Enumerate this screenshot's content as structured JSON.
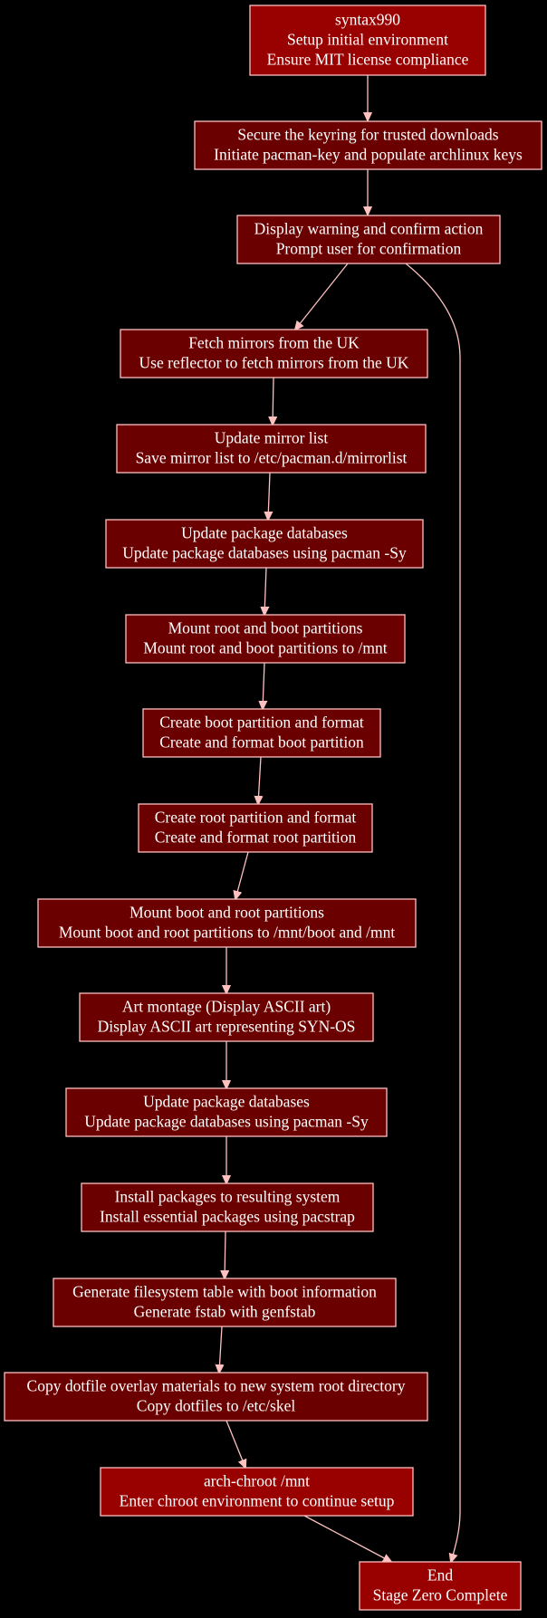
{
  "colors": {
    "background": "#000000",
    "node_fill": "#6b0000",
    "node_fill_highlight": "#990000",
    "node_border": "#ffc0c0",
    "edge": "#ffc0c0",
    "text": "#ffffff"
  },
  "nodes": [
    {
      "id": "start",
      "title": "syntax990",
      "lines": [
        "Setup initial environment",
        "Ensure MIT license compliance"
      ],
      "highlight": true
    },
    {
      "id": "keyring",
      "title": "Secure the keyring for trusted downloads",
      "lines": [
        "Initiate pacman-key and populate archlinux keys"
      ],
      "highlight": false
    },
    {
      "id": "warning",
      "title": "Display warning and confirm action",
      "lines": [
        "Prompt user for confirmation"
      ],
      "highlight": false
    },
    {
      "id": "mirrors",
      "title": "Fetch mirrors from the UK",
      "lines": [
        "Use reflector to fetch mirrors from the UK"
      ],
      "highlight": false
    },
    {
      "id": "mirrorlist",
      "title": "Update mirror list",
      "lines": [
        "Save mirror list to /etc/pacman.d/mirrorlist"
      ],
      "highlight": false
    },
    {
      "id": "pkgdb1",
      "title": "Update package databases",
      "lines": [
        "Update package databases using pacman -Sy"
      ],
      "highlight": false
    },
    {
      "id": "mount1",
      "title": "Mount root and boot partitions",
      "lines": [
        "Mount root and boot partitions to /mnt"
      ],
      "highlight": false
    },
    {
      "id": "bootpart",
      "title": "Create boot partition and format",
      "lines": [
        "Create and format boot partition"
      ],
      "highlight": false
    },
    {
      "id": "rootpart",
      "title": "Create root partition and format",
      "lines": [
        "Create and format root partition"
      ],
      "highlight": false
    },
    {
      "id": "mount2",
      "title": "Mount boot and root partitions",
      "lines": [
        "Mount boot and root partitions to /mnt/boot and /mnt"
      ],
      "highlight": false
    },
    {
      "id": "art",
      "title": "Art montage (Display ASCII art)",
      "lines": [
        "Display ASCII art representing SYN-OS"
      ],
      "highlight": false
    },
    {
      "id": "pkgdb2",
      "title": "Update package databases",
      "lines": [
        "Update package databases using pacman -Sy"
      ],
      "highlight": false
    },
    {
      "id": "pacstrap",
      "title": "Install packages to resulting system",
      "lines": [
        "Install essential packages using pacstrap"
      ],
      "highlight": false
    },
    {
      "id": "fstab",
      "title": "Generate filesystem table with boot information",
      "lines": [
        "Generate fstab with genfstab"
      ],
      "highlight": false
    },
    {
      "id": "dotfiles",
      "title": "Copy dotfile overlay materials to new system root directory",
      "lines": [
        "Copy dotfiles to /etc/skel"
      ],
      "highlight": false
    },
    {
      "id": "chroot",
      "title": "arch-chroot /mnt",
      "lines": [
        "Enter chroot environment to continue setup"
      ],
      "highlight": true
    },
    {
      "id": "end",
      "title": "End",
      "lines": [
        "Stage Zero Complete"
      ],
      "highlight": true
    }
  ],
  "edges": [
    {
      "from": "start",
      "to": "keyring"
    },
    {
      "from": "keyring",
      "to": "warning"
    },
    {
      "from": "warning",
      "to": "mirrors"
    },
    {
      "from": "warning",
      "to": "end"
    },
    {
      "from": "mirrors",
      "to": "mirrorlist"
    },
    {
      "from": "mirrorlist",
      "to": "pkgdb1"
    },
    {
      "from": "pkgdb1",
      "to": "mount1"
    },
    {
      "from": "mount1",
      "to": "bootpart"
    },
    {
      "from": "bootpart",
      "to": "rootpart"
    },
    {
      "from": "rootpart",
      "to": "mount2"
    },
    {
      "from": "mount2",
      "to": "art"
    },
    {
      "from": "art",
      "to": "pkgdb2"
    },
    {
      "from": "pkgdb2",
      "to": "pacstrap"
    },
    {
      "from": "pacstrap",
      "to": "fstab"
    },
    {
      "from": "fstab",
      "to": "dotfiles"
    },
    {
      "from": "dotfiles",
      "to": "chroot"
    },
    {
      "from": "chroot",
      "to": "end"
    }
  ]
}
